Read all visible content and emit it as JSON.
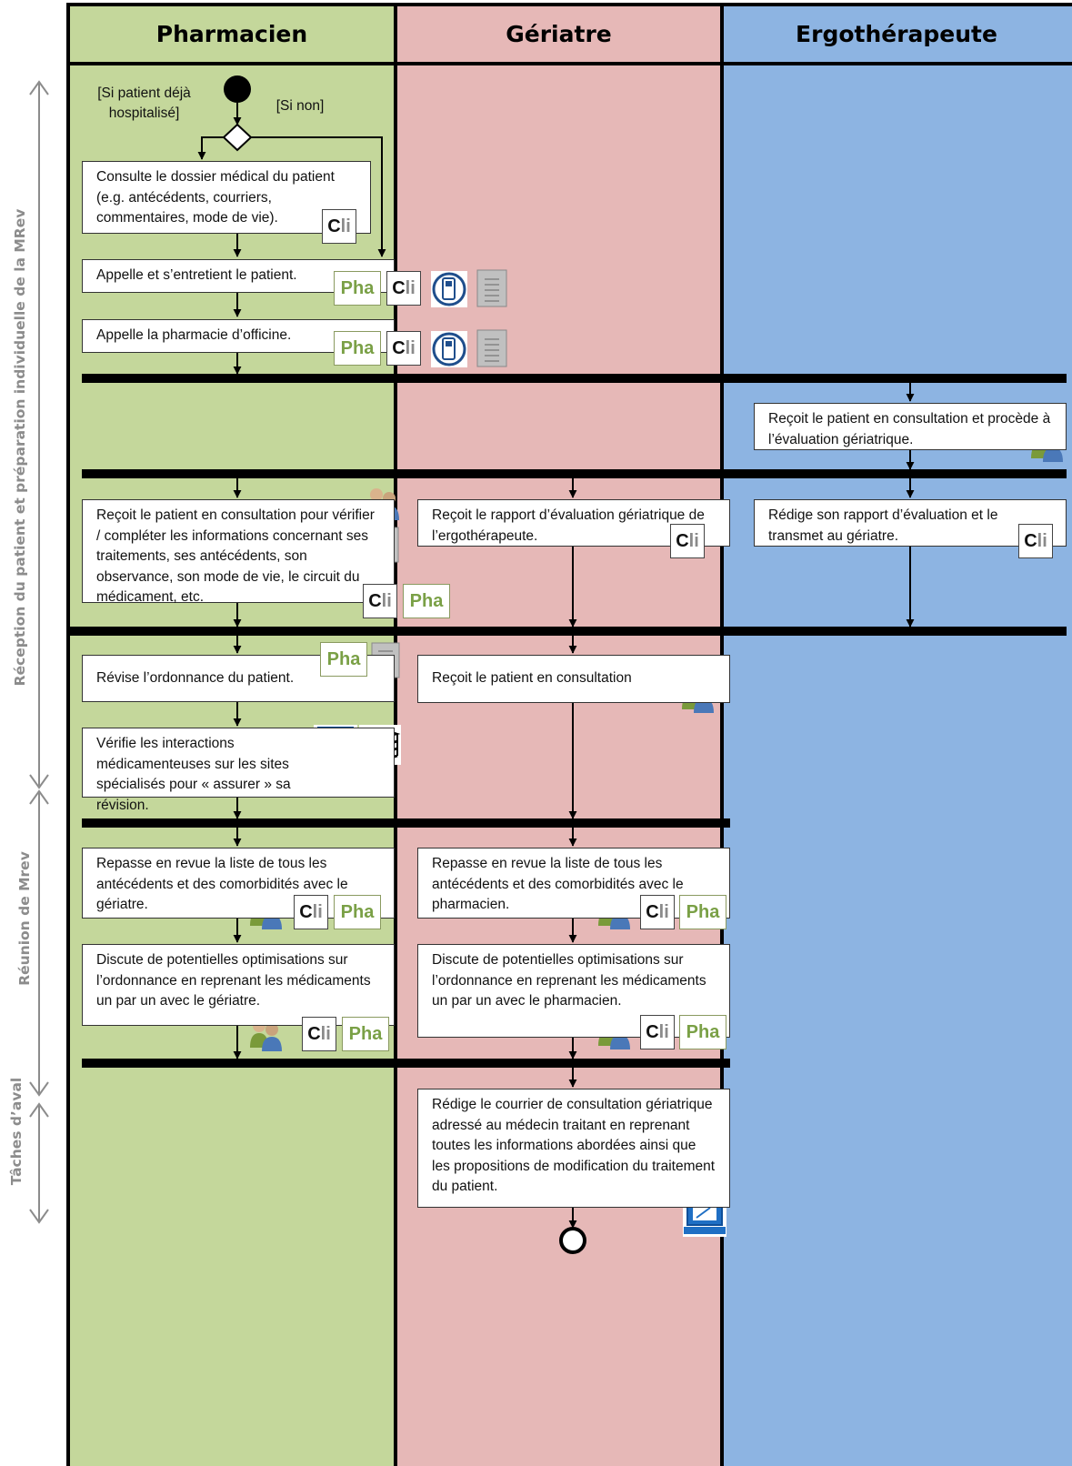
{
  "lanes": {
    "pharmacien": "Pharmacien",
    "geriatre": "Gériatre",
    "ergotherapeute": "Ergothérapeute"
  },
  "colors": {
    "pharmacien_lane": "#c4d79b",
    "geriatre_lane": "#e6b8b7",
    "ergotherapeute_lane": "#8db4e2",
    "phase_text": "#8c8c8c",
    "pha_tag": "#7aa046"
  },
  "phases": {
    "reception": "Réception du patient et préparation individuelle de la MRev",
    "reunion": "Réunion de Mrev",
    "aval": "Tâches d’aval"
  },
  "guards": {
    "deja": "[Si patient déjà hospitalisé]",
    "non": "[Si non]"
  },
  "tags": {
    "cli_a": "C",
    "cli_b": "li",
    "pha_a": "P",
    "pha_b": "ha"
  },
  "steps": {
    "p1": "Consulte le dossier médical du patient (e.g. antécédents, courriers, commentaires, mode de vie).",
    "p2": "Appelle et s’entretient le patient.",
    "p3": "Appelle la pharmacie d’officine.",
    "e1": "Reçoit le patient en consultation et procède à l’évaluation gériatrique.",
    "p4": "Reçoit le patient en consultation pour vérifier / compléter les informations concernant ses traitements, ses antécédents, son observance, son mode de vie, le circuit du médicament, etc.",
    "g1": "Reçoit le rapport d’évaluation gériatrique de l’ergothérapeute.",
    "e2": "Rédige son rapport d’évaluation et le transmet au gériatre.",
    "p5": "Révise l’ordonnance du patient.",
    "g2": "Reçoit le patient en consultation",
    "p6": "Vérifie les interactions médicamenteuses sur les sites spécialisés pour « assurer » sa révision.",
    "p7": "Repasse en revue la liste de tous les antécédents et des comorbidités avec le gériatre.",
    "g3": "Repasse en revue la liste de tous les antécédents et des comorbidités avec le pharmacien.",
    "p8": "Discute de potentielles optimisations sur l’ordonnance en reprenant les médicaments un par un avec le gériatre.",
    "g4": "Discute de potentielles optimisations sur l’ordonnance en reprenant les médicaments un par un avec le pharmacien.",
    "g5": "Rédige le courrier de consultation gériatrique adressé au médecin traitant en reprenant toutes les informations abordées ainsi que les propositions de modification du traitement du patient."
  },
  "icons": [
    "phone-icon",
    "document-icon",
    "meeting-icon",
    "computer-icon",
    "books-icon"
  ]
}
